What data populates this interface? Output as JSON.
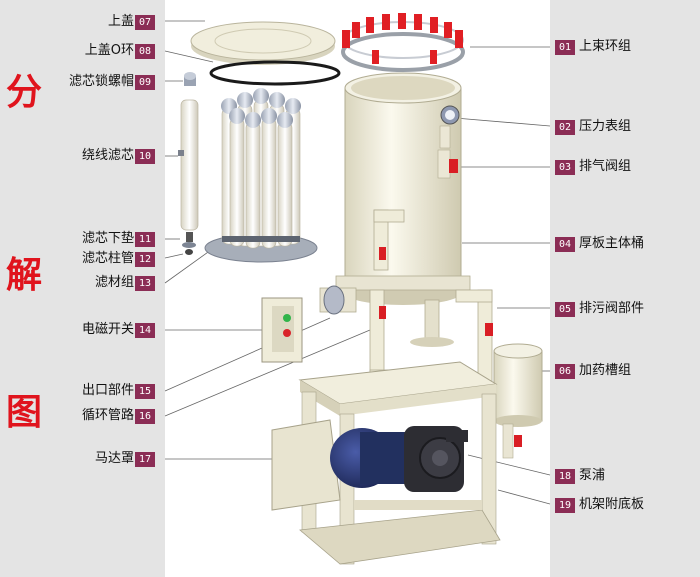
{
  "title_chars": [
    "分",
    "解",
    "图"
  ],
  "left_labels": [
    {
      "text": "上盖",
      "num": "07"
    },
    {
      "text": "上盖O环",
      "num": "08"
    },
    {
      "text": "滤芯锁螺帽",
      "num": "09"
    },
    {
      "text": "绕线滤芯",
      "num": "10"
    },
    {
      "text": "滤芯下垫",
      "num": "11"
    },
    {
      "text": "滤芯柱管",
      "num": "12"
    },
    {
      "text": "滤材组",
      "num": "13"
    },
    {
      "text": "电磁开关",
      "num": "14"
    },
    {
      "text": "出口部件",
      "num": "15"
    },
    {
      "text": "循环管路",
      "num": "16"
    },
    {
      "text": "马达罩",
      "num": "17"
    }
  ],
  "right_labels": [
    {
      "text": "上束环组",
      "num": "01"
    },
    {
      "text": "压力表组",
      "num": "02"
    },
    {
      "text": "排气阀组",
      "num": "03"
    },
    {
      "text": "厚板主体桶",
      "num": "04"
    },
    {
      "text": "排污阀部件",
      "num": "05"
    },
    {
      "text": "加药槽组",
      "num": "06"
    },
    {
      "text": "泵浦",
      "num": "18"
    },
    {
      "text": "机架附底板",
      "num": "19"
    }
  ],
  "colors": {
    "panel": "#e4e4e4",
    "accent": "#e0141d",
    "badge": "#8b2d55",
    "body": "#efecd9",
    "motor": "#27356b"
  }
}
